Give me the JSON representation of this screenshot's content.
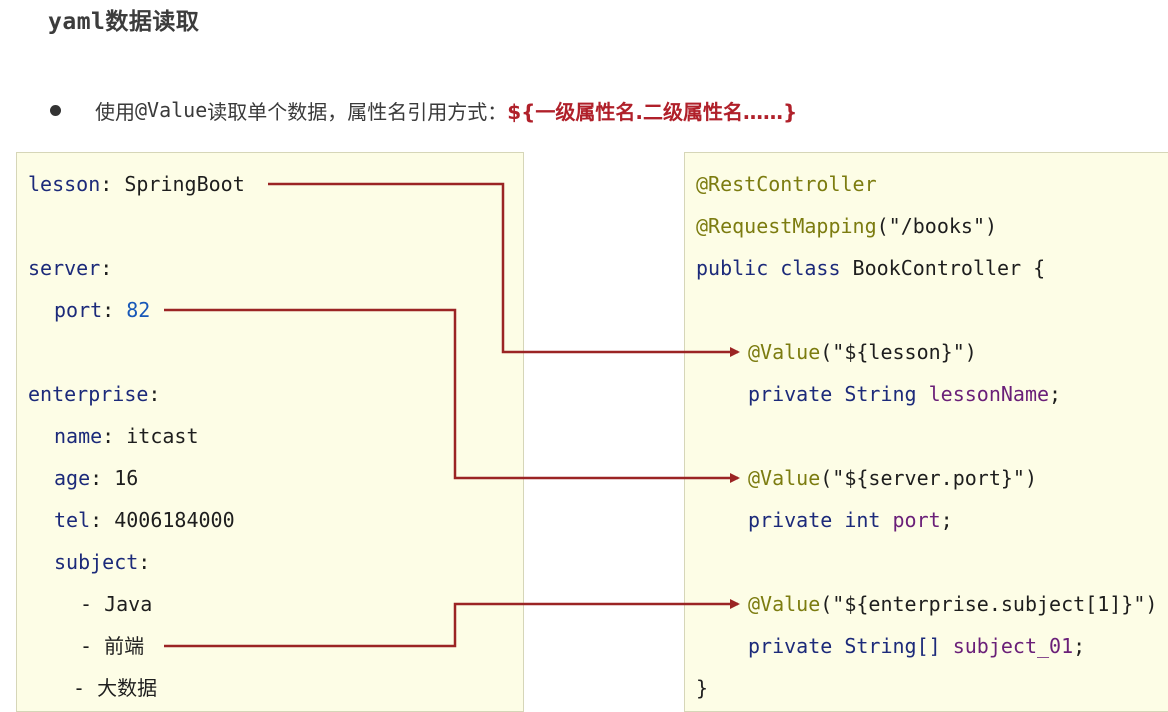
{
  "title": "yaml数据读取",
  "bullet": {
    "prefix": "使用",
    "code": "@Value",
    "middle": "读取单个数据，属性名引用方式：",
    "highlight": "${一级属性名.二级属性名……}"
  },
  "yaml": {
    "lesson_key": "lesson",
    "lesson_value": "SpringBoot",
    "server_key": "server",
    "port_key": "port",
    "port_value": "82",
    "enterprise_key": "enterprise",
    "name_key": "name",
    "name_value": "itcast",
    "age_key": "age",
    "age_value": "16",
    "tel_key": "tel",
    "tel_value": "4006184000",
    "subject_key": "subject",
    "subject_items": [
      "Java",
      "前端",
      "大数据"
    ]
  },
  "java": {
    "annotation_controller": "@RestController",
    "annotation_mapping": "@RequestMapping",
    "mapping_arg": "(\"/books\")",
    "class_decl": "public class",
    "class_name": "BookController {",
    "value_annotation": "@Value",
    "arg_lesson": "(\"${lesson}\")",
    "field1_kw": "private String",
    "field1_name": "lessonName",
    "arg_port": "(\"${server.port}\")",
    "field2_kw": "private int",
    "field2_name": "port",
    "arg_subject": "(\"${enterprise.subject[1]}\")",
    "field3_kw": "private String[]",
    "field3_name": "subject_01",
    "semicolon": ";",
    "closing_brace": "}"
  },
  "colors": {
    "arrow": "#9b2424",
    "panel_bg": "#fdfde6",
    "highlight": "#b0202a"
  }
}
